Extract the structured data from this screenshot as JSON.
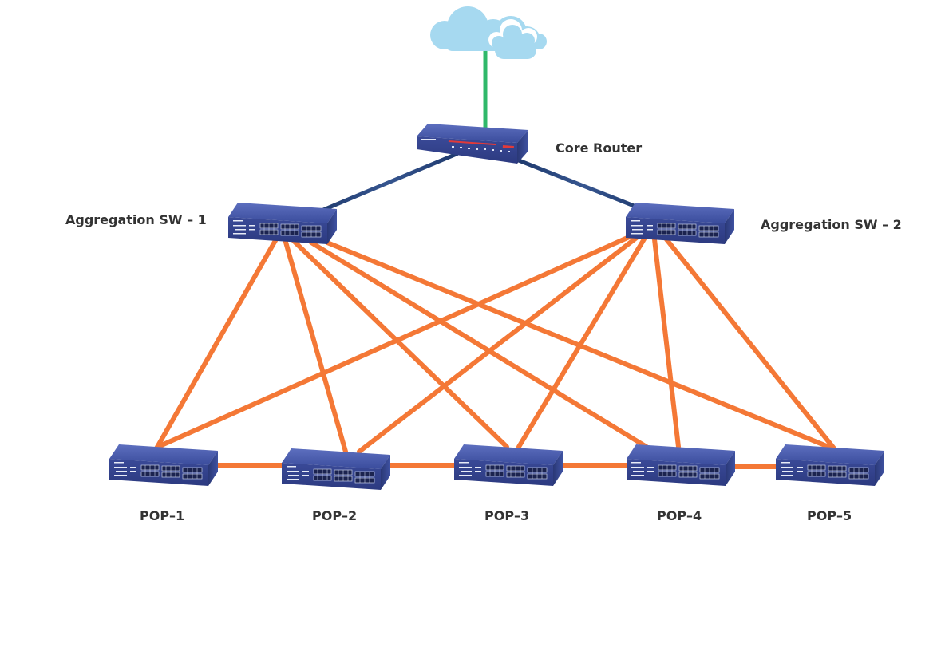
{
  "labels": {
    "core_router": "Core Router",
    "agg1": "Aggregation SW – 1",
    "agg2": "Aggregation SW – 2",
    "pop1": "POP–1",
    "pop2": "POP–2",
    "pop3": "POP–3",
    "pop4": "POP–4",
    "pop5": "POP–5"
  },
  "icons": {
    "cloud": "cloud-icon",
    "router": "router-icon",
    "switch": "switch-icon"
  },
  "colors": {
    "uplink": "#2fb86a",
    "core_link": "#27457d",
    "access_link": "#f47836",
    "device_blue": "#3d4f9e",
    "cloud": "#a6d9f0",
    "label": "#333333"
  }
}
